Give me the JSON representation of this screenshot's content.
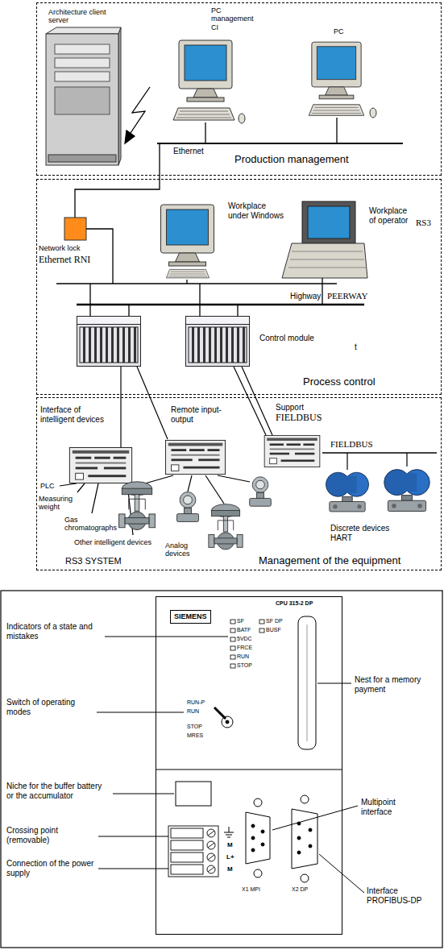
{
  "diagram": {
    "nodes": [
      {
        "text": [
          "Production management"
        ]
      },
      {
        "text": [
          "Process control"
        ]
      },
      {
        "text": [
          "RS3 SYSTEM",
          "Management of the equipment"
        ]
      },
      {
        "text": [
          "CPU 315-2 DP"
        ]
      },
      {
        "text": [
          "SIEMENS"
        ],
        "in": 3
      }
    ],
    "labels": [
      "Architecture client server",
      "PC management CI",
      "PC",
      "Ethernet",
      "Network lock",
      "Ethernet RNI",
      "Workplace under Windows",
      "Workplace of operator",
      "RS3",
      "Highway",
      "PEERWAY",
      "Control module",
      "t",
      "Interface of intelligent devices",
      "Remote input-output",
      "Support",
      "FIELDBUS",
      "FIELDBUS",
      "PLC",
      "Measuring weight",
      "Gas chromatographs",
      "Other intelligent devices",
      "Analog devices",
      "Discrete devices HART",
      "Indicators of a state and mistakes",
      "Switch of operating modes",
      "Niche for the buffer battery or the accumulator",
      "Crossing point (removable)",
      "Connection of the power supply",
      "Nest for a memory payment",
      "Multipoint interface",
      "Interface PROFIBUS-DP",
      "SF",
      "BATF",
      "5VDC",
      "FRCE",
      "RUN",
      "STOP",
      "SF DP",
      "BUSF",
      "RUN-P",
      "RUN",
      "STOP",
      "MRES",
      "M",
      "L+",
      "M",
      "X1 MPI",
      "X2 DP"
    ]
  }
}
